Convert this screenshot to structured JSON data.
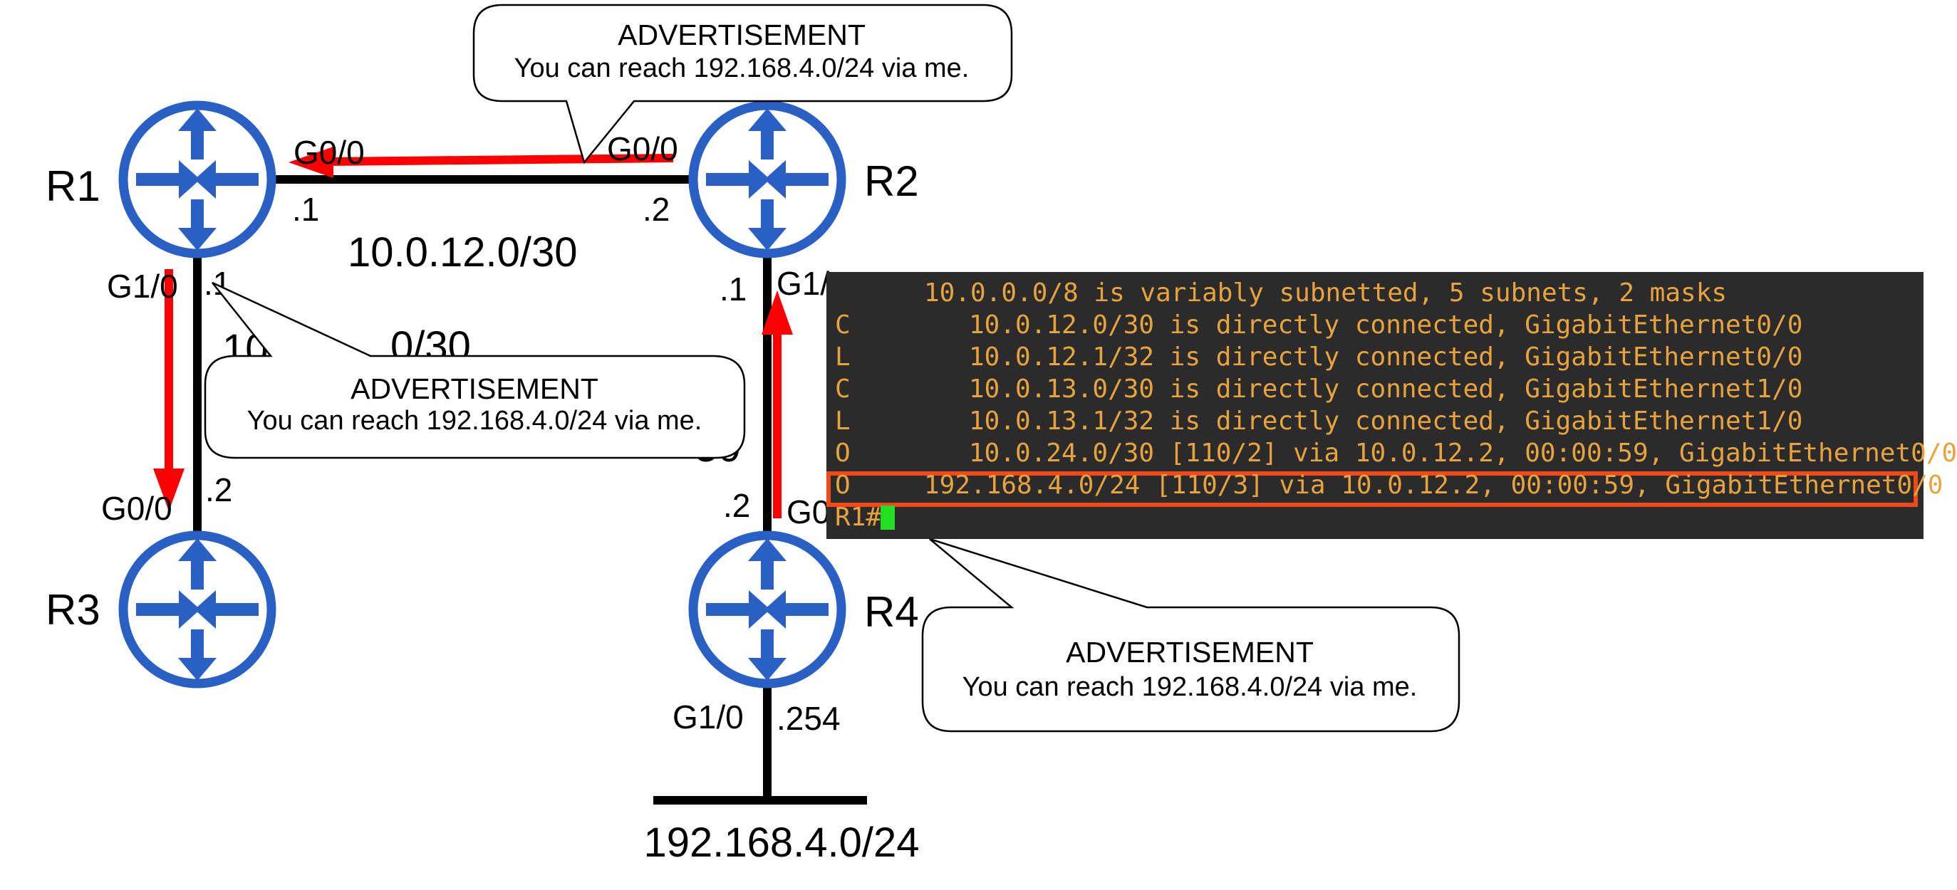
{
  "routers": [
    {
      "name": "R1"
    },
    {
      "name": "R2"
    },
    {
      "name": "R3"
    },
    {
      "name": "R4"
    }
  ],
  "interfaces": {
    "r1_g00": "G0/0",
    "r1_g10": "G1/0",
    "r2_g00": "G0/0",
    "r2_g10": "G1/",
    "r3_g00": "G0/0",
    "r4_g00": "G0",
    "r4_g10": "G1/0"
  },
  "host_ids": {
    "r1_r2_left": ".1",
    "r1_r2_right": ".2",
    "r1_r3_top": ".1",
    "r1_r3_bottom": ".2",
    "r2_r4_top": ".1",
    "r2_r4_bottom": ".2",
    "r4_lan": ".254"
  },
  "subnets": {
    "r1_r2": "10.0.12.0/30",
    "r1_r3_partial": "10",
    "r1_r3_tail": "0/30",
    "r2_r4_tail": "30",
    "lan": "192.168.4.0/24"
  },
  "advertisements": [
    {
      "title": "ADVERTISEMENT",
      "text": "You can reach 192.168.4.0/24 via me."
    },
    {
      "title": "ADVERTISEMENT",
      "text": "You can reach 192.168.4.0/24 via me."
    },
    {
      "title": "ADVERTISEMENT",
      "text": "You can reach 192.168.4.0/24 via me."
    }
  ],
  "terminal": {
    "header": "10.0.0.0/8 is variably subnetted, 5 subnets, 2 masks",
    "routes": [
      {
        "code": "C",
        "text": "10.0.12.0/30 is directly connected, GigabitEthernet0/0"
      },
      {
        "code": "L",
        "text": "10.0.12.1/32 is directly connected, GigabitEthernet0/0"
      },
      {
        "code": "C",
        "text": "10.0.13.0/30 is directly connected, GigabitEthernet1/0"
      },
      {
        "code": "L",
        "text": "10.0.13.1/32 is directly connected, GigabitEthernet1/0"
      },
      {
        "code": "O",
        "text": "10.0.24.0/30 [110/2] via 10.0.12.2, 00:00:59, GigabitEthernet0/0"
      }
    ],
    "highlighted_route": {
      "code": "O",
      "text": "192.168.4.0/24 [110/3] via 10.0.12.2, 00:00:59, GigabitEthernet0/0"
    },
    "prompt": "R1#"
  },
  "colors": {
    "router_blue": "#2a5fc4",
    "arrow_red": "#ff0000",
    "terminal_bg": "#2b2b2b",
    "terminal_text": "#e8a33c",
    "highlight_border": "#f04a1a",
    "cursor": "#22dd22"
  }
}
